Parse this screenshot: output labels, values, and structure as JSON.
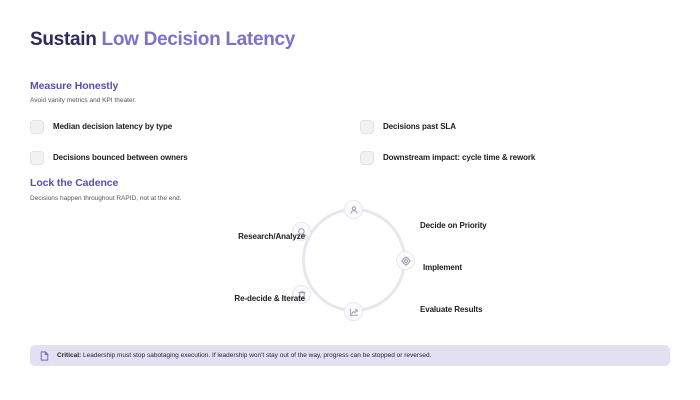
{
  "title": {
    "strong": "Sustain",
    "light": "Low Decision Latency"
  },
  "sections": {
    "measure": {
      "heading": "Measure Honestly",
      "subtitle": "Avoid vanity metrics and KPI theater.",
      "items": [
        {
          "label": "Median decision latency by type"
        },
        {
          "label": "Decisions past SLA"
        },
        {
          "label": "Decisions bounced between owners"
        },
        {
          "label": "Downstream impact: cycle time & rework"
        }
      ]
    },
    "cadence": {
      "heading": "Lock the Cadence",
      "subtitle": "Decisions happen throughout RAPID, not at the end.",
      "nodes": [
        {
          "id": "decide",
          "label": "Decide on Priority",
          "icon": "user-icon"
        },
        {
          "id": "implement",
          "label": "Implement",
          "icon": "gear-icon"
        },
        {
          "id": "evaluate",
          "label": "Evaluate Results",
          "icon": "trending-up-icon"
        },
        {
          "id": "redecide",
          "label": "Re-decide & Iterate",
          "icon": "trash-icon"
        },
        {
          "id": "research",
          "label": "Research/Analyze",
          "icon": "search-icon"
        }
      ]
    }
  },
  "callout": {
    "icon": "document-icon",
    "label": "Critical:",
    "text": " Leadership must stop sabotaging execution. If leadership won't stay out of the way, progress can be stopped or reversed."
  },
  "colors": {
    "title_strong": "#2d2a5e",
    "title_light": "#7d71c8",
    "section_heading": "#5b4bb5",
    "callout_bg": "#e3e0f2",
    "ring": "#e7e7ee"
  }
}
